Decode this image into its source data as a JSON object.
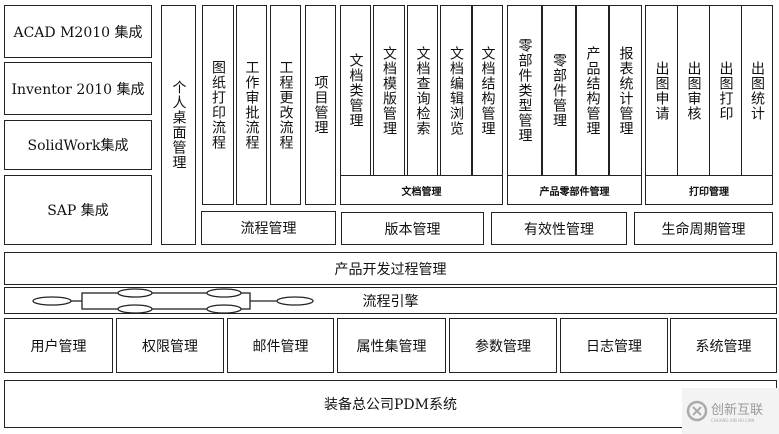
{
  "integrations": [
    "ACAD M2010 集成",
    "Inventor 2010 集成",
    "SolidWork集成",
    "SAP 集成"
  ],
  "personal_desktop": "个人桌面管理",
  "process_columns": [
    "图纸打印流程",
    "工作审批流程",
    "工程更改流程",
    "项目管理"
  ],
  "process_management": "流程管理",
  "document_columns": [
    "文档类管理",
    "文档模版管理",
    "文档查询检索",
    "文档编辑浏览",
    "文档结构管理"
  ],
  "document_management": "文档管理",
  "part_columns": [
    "零部件类型管理",
    "零部件管理",
    "产品结构管理",
    "报表统计管理"
  ],
  "part_management": "产品零部件管理",
  "print_columns": [
    "出图申请",
    "出图审核",
    "出图打印",
    "出图统计"
  ],
  "print_management": "打印管理",
  "mid_row": [
    "版本管理",
    "有效性管理",
    "生命周期管理"
  ],
  "product_dev": "产品开发过程管理",
  "workflow_engine": "流程引擎",
  "base_services": [
    "用户管理",
    "权限管理",
    "邮件管理",
    "属性集管理",
    "参数管理",
    "日志管理",
    "系统管理"
  ],
  "system_title": "装备总公司PDM系统",
  "watermark": {
    "text": "创新互联",
    "sub": "CHUANG XIN HU LIAN"
  }
}
